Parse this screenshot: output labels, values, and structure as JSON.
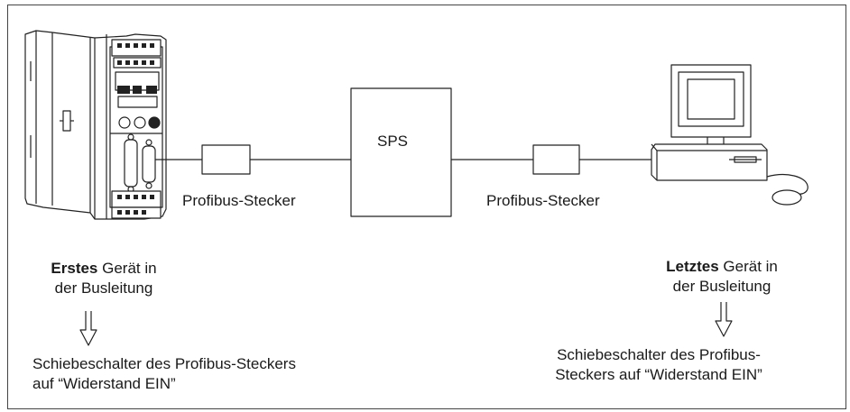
{
  "diagram": {
    "sps_label": "SPS",
    "connector_left_label": "Profibus-Stecker",
    "connector_right_label": "Profibus-Stecker",
    "left_device": {
      "bold": "Erstes",
      "rest_line1": " Gerät in",
      "line2": "der Busleitung"
    },
    "right_device": {
      "bold": "Letztes",
      "rest_line1": " Gerät in",
      "line2": "der Busleitung"
    },
    "left_note": {
      "line1": "Schiebeschalter des Profibus-Steckers",
      "line2": "auf “Widerstand EIN”"
    },
    "right_note": {
      "line1": "Schiebeschalter des Profibus-",
      "line2": "Steckers auf “Widerstand EIN”"
    }
  }
}
